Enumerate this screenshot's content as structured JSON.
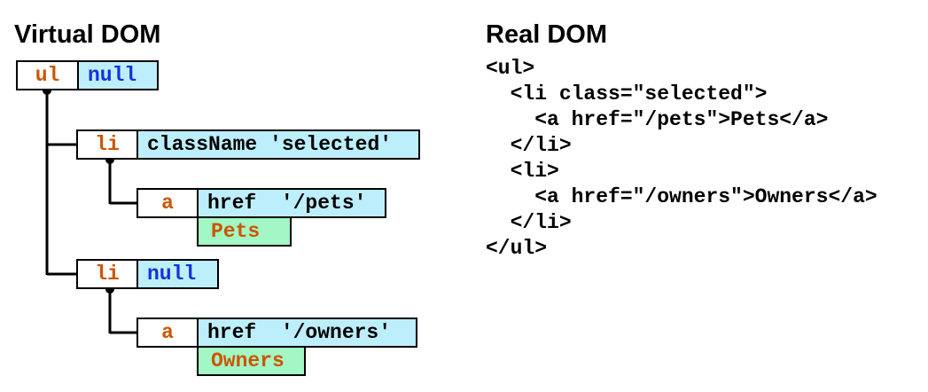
{
  "virtual_dom": {
    "heading": "Virtual DOM",
    "ul": {
      "tag": "ul",
      "props": "null"
    },
    "li1": {
      "tag": "li",
      "props": "className 'selected'"
    },
    "a1": {
      "tag": "a",
      "props": "href  '/pets'",
      "text": "Pets"
    },
    "li2": {
      "tag": "li",
      "props": "null"
    },
    "a2": {
      "tag": "a",
      "props": "href  '/owners'",
      "text": "Owners"
    }
  },
  "real_dom": {
    "heading": "Real DOM",
    "lines": [
      "<ul>",
      "  <li class=\"selected\">",
      "    <a href=\"/pets\">Pets</a>",
      "  </li>",
      "  <li>",
      "    <a href=\"/owners\">Owners</a>",
      "  </li>",
      "</ul>"
    ]
  }
}
